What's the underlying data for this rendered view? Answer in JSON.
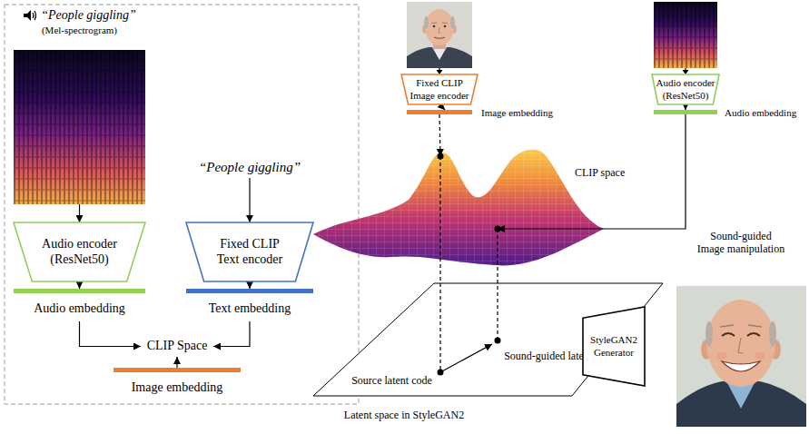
{
  "diagram": {
    "nodes": [
      {
        "text": [
          "“People giggling”",
          "(Mel-spectrogram)"
        ]
      },
      {
        "text": [
          "“People giggling”"
        ]
      },
      {
        "text": [
          "Audio encoder (ResNet50)"
        ]
      },
      {
        "text": [
          "Fixed CLIP Text encoder"
        ]
      },
      {
        "text": [
          "Audio embedding"
        ]
      },
      {
        "text": [
          "Text embedding"
        ]
      },
      {
        "text": [
          "CLIP Space"
        ]
      },
      {
        "text": [
          "Image embedding"
        ]
      },
      {
        "text": [
          "Fixed CLIP Image encoder"
        ]
      },
      {
        "text": [
          "Image embedding"
        ]
      },
      {
        "text": [
          "Audio encoder (ResNet50)"
        ]
      },
      {
        "text": [
          "Audio embedding"
        ]
      },
      {
        "text": [
          "CLIP space"
        ]
      },
      {
        "text": [
          "Latent space in StyleGAN2"
        ]
      },
      {
        "text": [
          "Source latent code"
        ],
        "in": 13
      },
      {
        "text": [
          "Sound-guided latent code"
        ],
        "in": 13
      },
      {
        "text": [
          "StyleGAN2 Generator"
        ]
      },
      {
        "text": [
          "Sound-guided Image manipulation"
        ]
      }
    ],
    "edges": [
      {
        "from": 0,
        "to": 2,
        "arrow": "to"
      },
      {
        "from": 1,
        "to": 3,
        "arrow": "to"
      },
      {
        "from": 2,
        "to": 4,
        "arrow": "to"
      },
      {
        "from": 3,
        "to": 5,
        "arrow": "to"
      },
      {
        "from": 4,
        "to": 6,
        "arrow": "to"
      },
      {
        "from": 5,
        "to": 6,
        "arrow": "to"
      },
      {
        "from": 7,
        "to": 6,
        "arrow": "to"
      },
      {
        "from": 8,
        "to": 9,
        "arrow": "to"
      },
      {
        "from": 9,
        "to": 12,
        "arrow": "to"
      },
      {
        "from": 10,
        "to": 11,
        "arrow": "to"
      },
      {
        "from": 11,
        "to": 12,
        "arrow": "to"
      },
      {
        "from": 12,
        "to": 14,
        "arrow": "none"
      },
      {
        "from": 12,
        "to": 15,
        "arrow": "none"
      },
      {
        "from": 14,
        "to": 15,
        "arrow": "to"
      }
    ]
  }
}
